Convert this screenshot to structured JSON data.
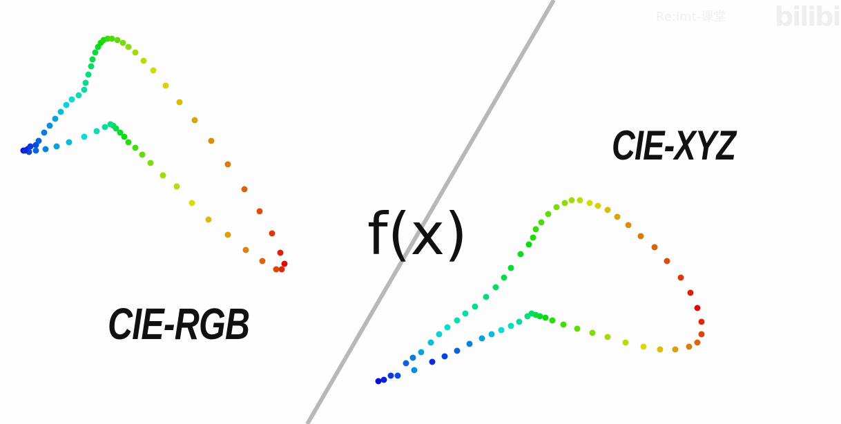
{
  "labels": {
    "left": "CIE-RGB",
    "right": "CIE-XYZ",
    "function": "f(x)"
  },
  "watermark": {
    "text": "Re:Imt-课堂",
    "logo": "bilibili"
  },
  "colors": {
    "divider": "#b8b8b8",
    "text": "#111111",
    "background": "#fdfdfd"
  }
}
